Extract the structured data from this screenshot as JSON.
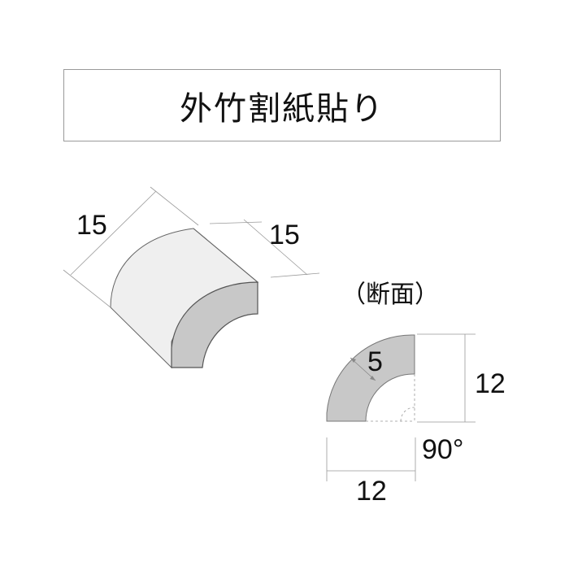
{
  "title": "外竹割紙貼り",
  "perspective": {
    "length_label": "15",
    "width_label": "15"
  },
  "section": {
    "caption": "（断面）",
    "thickness_label": "5",
    "height_label": "12",
    "width_label": "12",
    "angle_label": "90°"
  },
  "colors": {
    "face_light": "#efefef",
    "face_dark": "#c8c8c8",
    "line": "#555555",
    "dim_line": "#999999"
  }
}
